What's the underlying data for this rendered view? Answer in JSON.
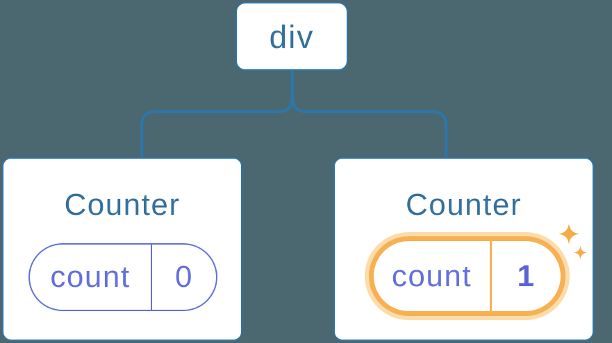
{
  "diagram": {
    "description": "React component tree with state",
    "root": {
      "label": "div"
    },
    "counters": [
      {
        "title": "Counter",
        "state_key": "count",
        "state_value": "0",
        "highlighted": false
      },
      {
        "title": "Counter",
        "state_key": "count",
        "state_value": "1",
        "highlighted": true
      }
    ]
  },
  "colors": {
    "background": "#4b6770",
    "connector_blue": "#2e76a8",
    "node_fill": "#ffffff",
    "label_blue": "#35719c",
    "state_indigo": "#6370dd",
    "state_value_bold_indigo": "#5a64d8",
    "highlight_orange": "#f7b052",
    "highlight_halo": "#fcdcaa",
    "sparkle_orange": "#f6ac45"
  }
}
